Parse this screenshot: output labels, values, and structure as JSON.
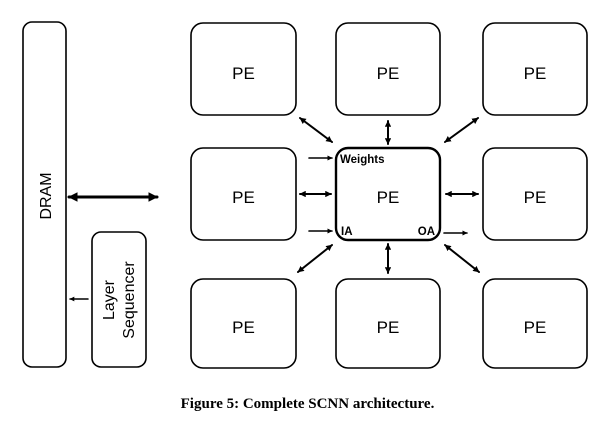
{
  "diagram": {
    "dram_label": "DRAM",
    "sequencer_label_line1": "Layer",
    "sequencer_label_line2": "Sequencer",
    "pe_label": "PE",
    "center_pe": {
      "label": "PE",
      "port_weights": "Weights",
      "port_ia": "IA",
      "port_oa": "OA"
    }
  },
  "caption": "Figure 5: Complete SCNN architecture."
}
